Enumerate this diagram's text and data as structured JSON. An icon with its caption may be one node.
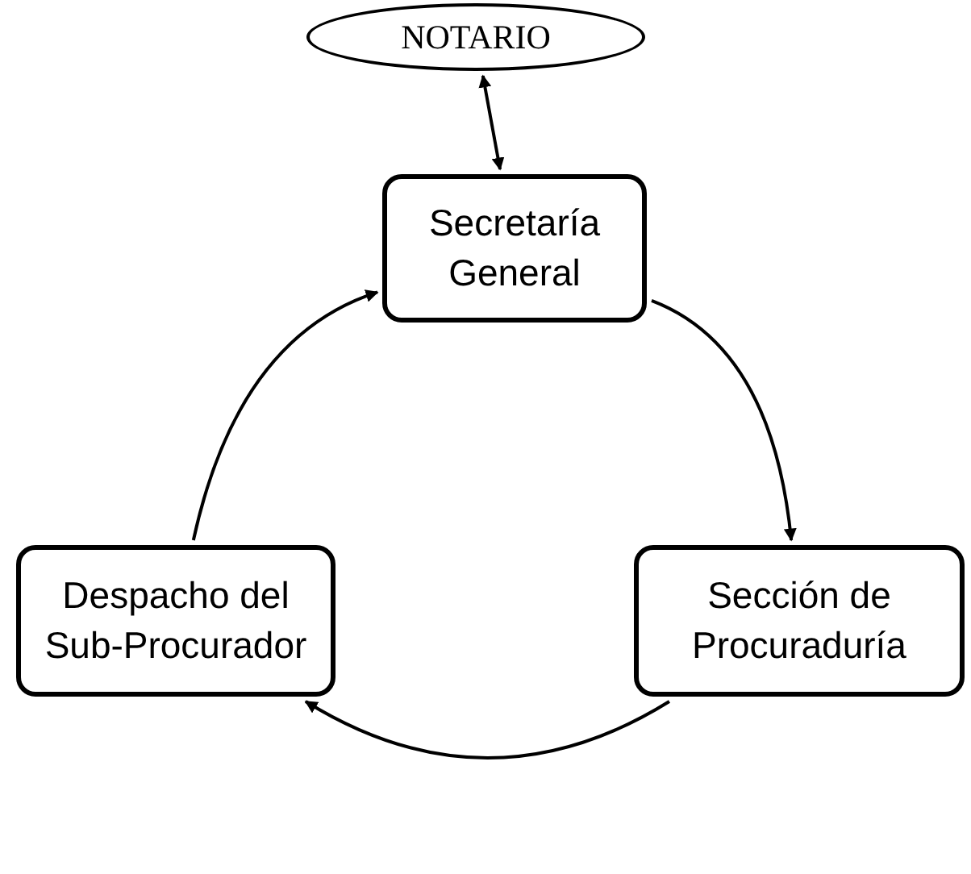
{
  "diagram": {
    "nodes": [
      {
        "text": [
          "NOTARIO"
        ]
      },
      {
        "text": [
          "Secretaría General"
        ]
      },
      {
        "text": [
          "Despacho del Sub-Procurador"
        ]
      },
      {
        "text": [
          "Sección de Procuraduría"
        ]
      }
    ],
    "edges": [
      {
        "from": 0,
        "to": 1,
        "arrow": "both"
      },
      {
        "from": 1,
        "to": 3,
        "arrow": "to"
      },
      {
        "from": 3,
        "to": 2,
        "arrow": "to"
      },
      {
        "from": 2,
        "to": 1,
        "arrow": "to"
      }
    ]
  }
}
